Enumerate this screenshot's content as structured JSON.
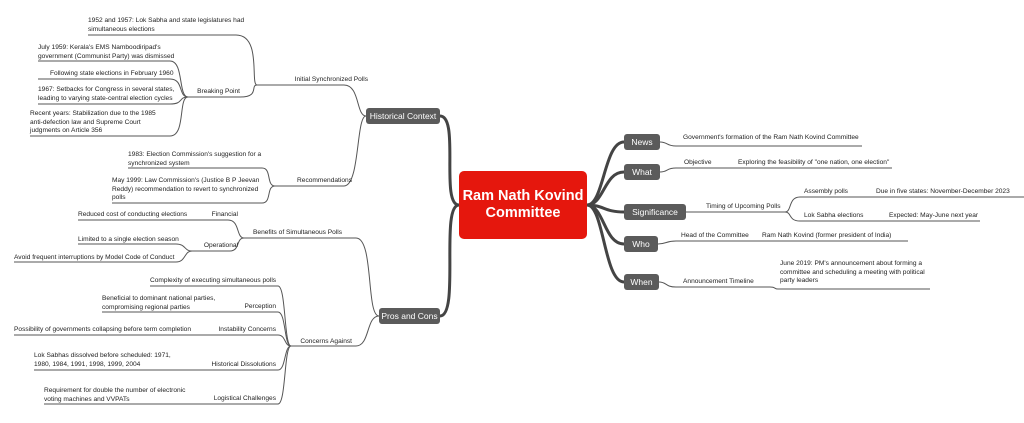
{
  "center": {
    "line1": "Ram Nath Kovind",
    "line2": "Committee"
  },
  "right": {
    "news": {
      "label": "News",
      "text": "Government's formation of the Ram Nath Kovind Committee"
    },
    "what": {
      "label": "What",
      "objective": "Objective",
      "text": "Exploring the feasibility of \"one nation, one election\""
    },
    "significance": {
      "label": "Significance",
      "timing": "Timing of Upcoming Polls",
      "assembly": "Assembly polls",
      "assembly_detail": "Due in five states: November-December 2023",
      "lok": "Lok Sabha elections",
      "lok_detail": "Expected: May-June next year"
    },
    "who": {
      "label": "Who",
      "head": "Head of the Committee",
      "text": "Ram Nath Kovind (former president of India)"
    },
    "when": {
      "label": "When",
      "timeline": "Announcement Timeline",
      "text": "June 2019: PM's announcement about forming a committee and scheduling a meeting with political party leaders"
    }
  },
  "historical": {
    "label": "Historical Context",
    "initial": "Initial Synchronized Polls",
    "sim1952": "1952 and 1957: Lok Sabha and state legislatures had simultaneous elections",
    "breaking": "Breaking Point",
    "b1": "July 1959: Kerala's EMS Namboodiripad's government (Communist Party) was dismissed",
    "b2": "Following state elections in February 1960",
    "b3": "1967: Setbacks for Congress in several states, leading to varying state-central election cycles",
    "b4": "Recent years: Stabilization due to the 1985 anti-defection law and Supreme Court judgments on Article 356",
    "recommendations": "Recommendations",
    "r1": "1983: Election Commission's suggestion for a synchronized system",
    "r2": "May 1999: Law Commission's (Justice B P Jeevan Reddy) recommendation to revert to synchronized polls"
  },
  "pros": {
    "label": "Pros and Cons",
    "benefits": "Benefits of Simultaneous Polls",
    "financial": "Financial",
    "fin1": "Reduced cost of conducting elections",
    "operational": "Operational",
    "op1": "Limited to a single election season",
    "op2": "Avoid frequent interruptions by Model Code of Conduct",
    "concerns": "Concerns Against",
    "c1": "Complexity of executing simultaneous polls",
    "perception": "Perception",
    "p1": "Beneficial to dominant national parties, compromising regional parties",
    "instability": "Instability Concerns",
    "i1": "Possibility of governments collapsing before term completion",
    "dissolutions": "Historical Dissolutions",
    "d1": "Lok Sabhas dissolved before scheduled: 1971, 1980, 1984, 1991, 1998, 1999, 2004",
    "logistical": "Logistical Challenges",
    "l1": "Requirement for double the number of electronic voting machines and VVPATs"
  }
}
